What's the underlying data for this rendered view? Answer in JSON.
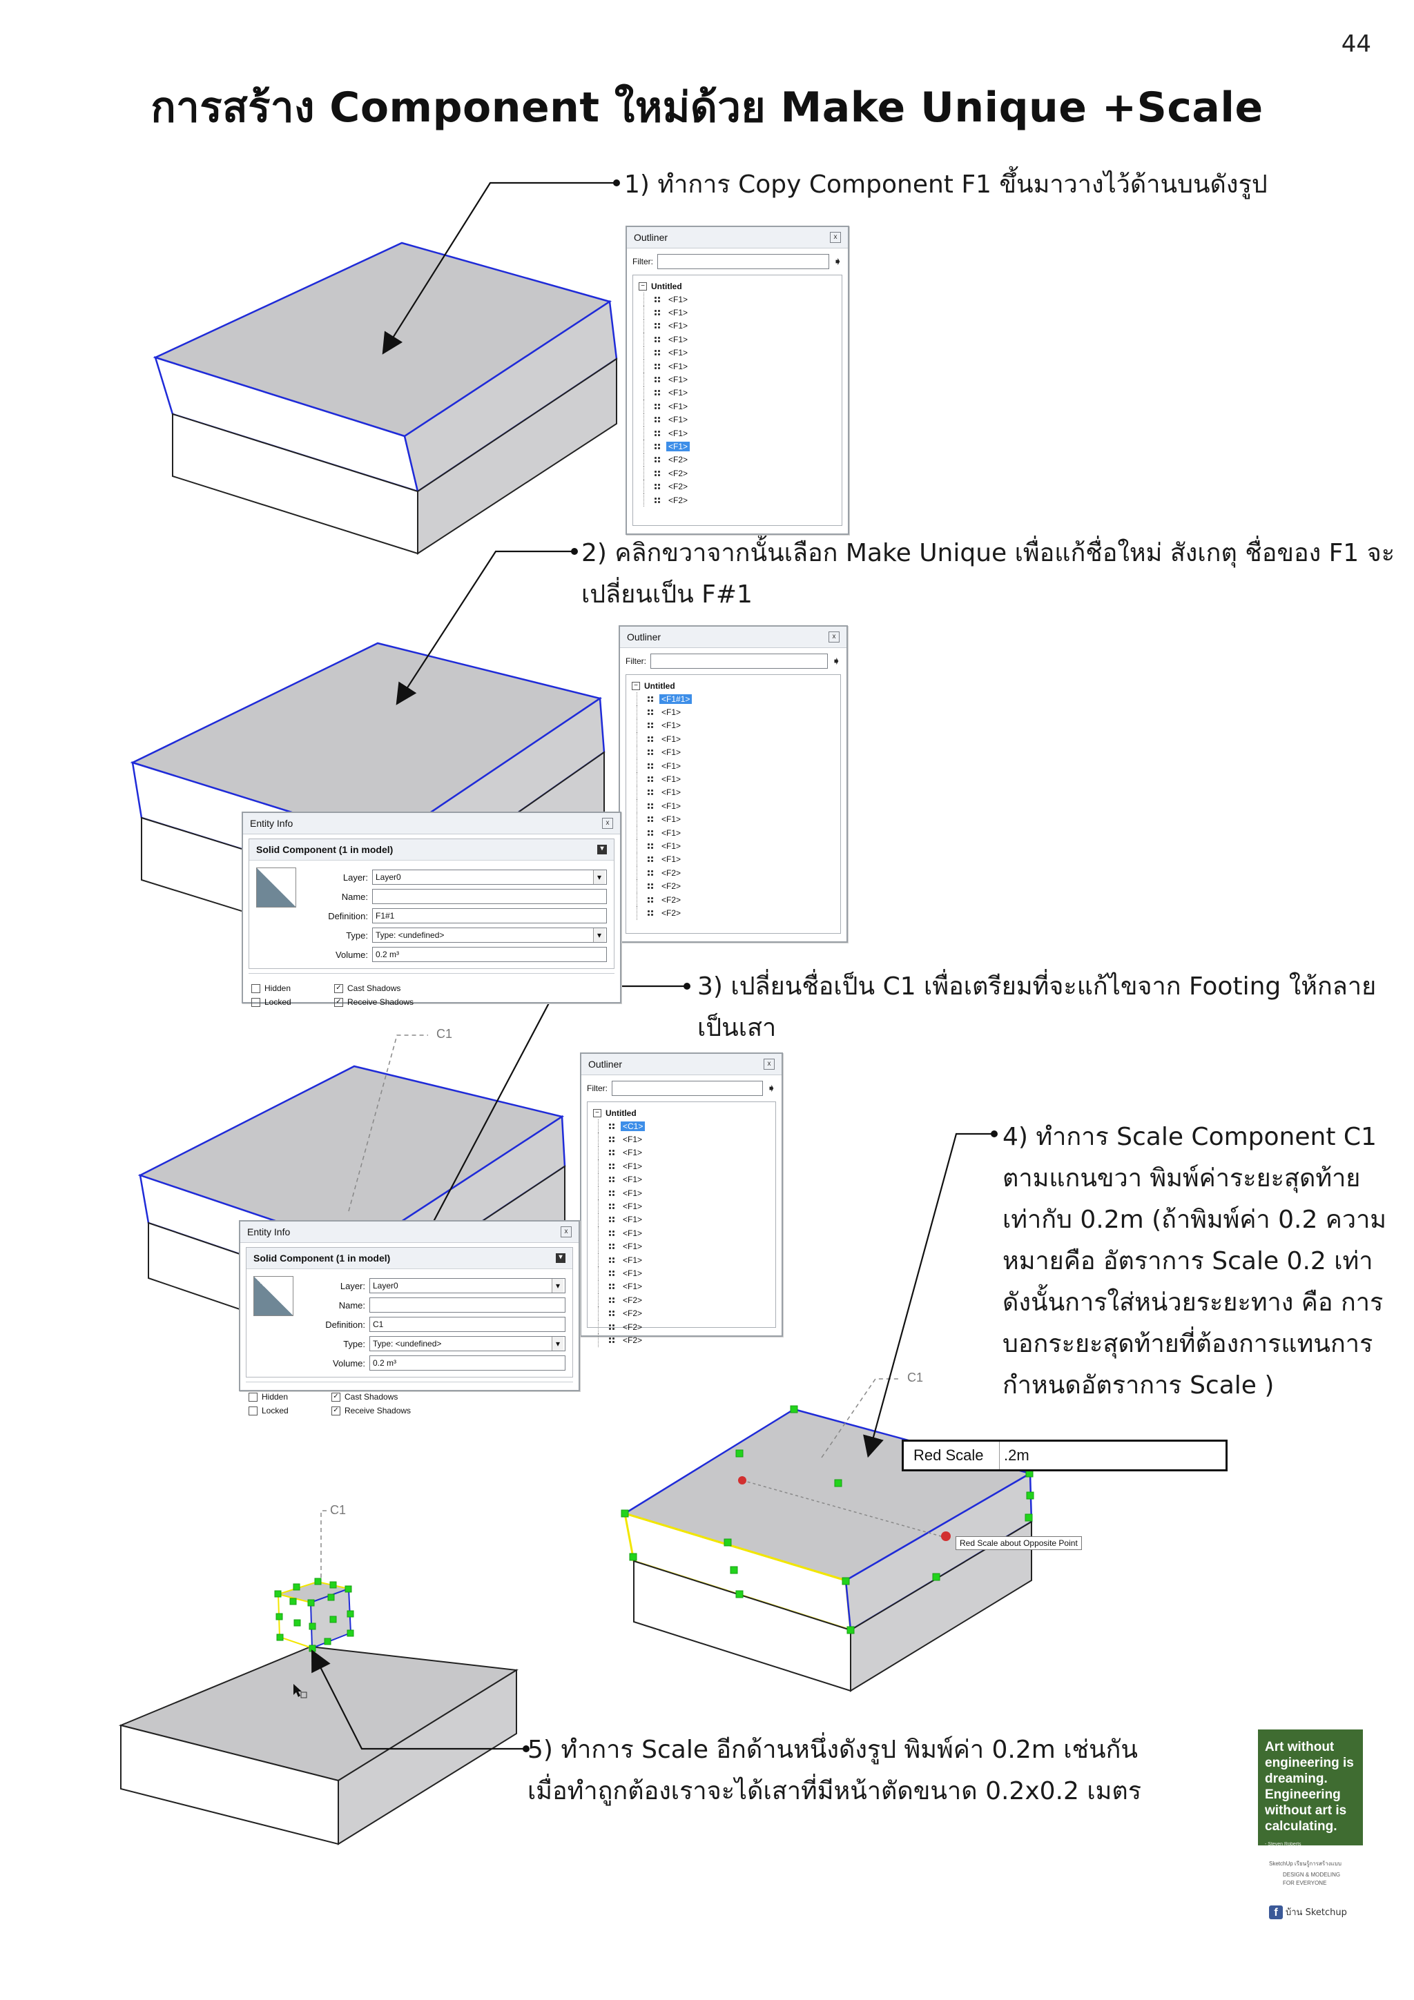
{
  "page": {
    "number": "44",
    "title": "การสร้าง Component ใหม่ด้วย Make Unique +Scale"
  },
  "steps": [
    {
      "lines": [
        "1) ทำการ Copy Component F1 ขึ้นมาวางไว้ด้านบนดังรูป"
      ]
    },
    {
      "lines": [
        "2) คลิกขวาจากนั้นเลือก Make Unique เพื่อแก้ชื่อใหม่ สังเกตุ ชื่อของ F1 จะ",
        "เปลี่ยนเป็น F#1"
      ]
    },
    {
      "lines": [
        "3) เปลี่ยนชื่อเป็น C1 เพื่อเตรียมที่จะแก้ไขจาก Footing ให้กลาย",
        "เป็นเสา"
      ]
    },
    {
      "lines": [
        "4) ทำการ Scale Component C1",
        "ตามแกนขวา พิมพ์ค่าระยะสุดท้าย",
        "เท่ากับ 0.2m (ถ้าพิมพ์ค่า 0.2 ความ",
        "หมายคือ อัตราการ Scale 0.2 เท่า",
        "ดังนั้นการใส่หน่วยระยะทาง คือ การ",
        "บอกระยะสุดท้ายที่ต้องการแทนการ",
        "กำหนดอัตราการ Scale )"
      ]
    },
    {
      "lines": [
        "5) ทำการ Scale อีกด้านหนึ่งดังรูป พิมพ์ค่า 0.2m เช่นกัน",
        "เมื่อทำถูกต้องเราจะได้เสาที่มีหน้าตัดขนาด 0.2x0.2 เมตร"
      ]
    }
  ],
  "outliners": [
    {
      "title": "Outliner",
      "close": "x",
      "filter_label": "Filter:",
      "root": "Untitled",
      "items": [
        "<F1>",
        "<F1>",
        "<F1>",
        "<F1>",
        "<F1>",
        "<F1>",
        "<F1>",
        "<F1>",
        "<F1>",
        "<F1>",
        "<F1>",
        "<F1>",
        "<F2>",
        "<F2>",
        "<F2>",
        "<F2>"
      ],
      "selected": 11
    },
    {
      "title": "Outliner",
      "close": "x",
      "filter_label": "Filter:",
      "root": "Untitled",
      "items": [
        "<F1#1>",
        "<F1>",
        "<F1>",
        "<F1>",
        "<F1>",
        "<F1>",
        "<F1>",
        "<F1>",
        "<F1>",
        "<F1>",
        "<F1>",
        "<F1>",
        "<F1>",
        "<F2>",
        "<F2>",
        "<F2>",
        "<F2>"
      ],
      "selected": 0
    },
    {
      "title": "Outliner",
      "close": "x",
      "filter_label": "Filter:",
      "root": "Untitled",
      "items": [
        "<C1>",
        "<F1>",
        "<F1>",
        "<F1>",
        "<F1>",
        "<F1>",
        "<F1>",
        "<F1>",
        "<F1>",
        "<F1>",
        "<F1>",
        "<F1>",
        "<F1>",
        "<F2>",
        "<F2>",
        "<F2>",
        "<F2>"
      ],
      "selected": 0
    }
  ],
  "entity_infos": [
    {
      "title": "Entity Info",
      "close": "x",
      "header": "Solid Component (1 in model)",
      "layer_label": "Layer:",
      "layer": "Layer0",
      "name_label": "Name:",
      "name": "",
      "definition_label": "Definition:",
      "definition": "F1#1",
      "type_label": "Type:",
      "type": "Type: <undefined>",
      "volume_label": "Volume:",
      "volume": "0.2 m³",
      "hidden": "Hidden",
      "locked": "Locked",
      "cast": "Cast Shadows",
      "receive": "Receive Shadows"
    },
    {
      "title": "Entity Info",
      "close": "x",
      "header": "Solid Component (1 in model)",
      "layer_label": "Layer:",
      "layer": "Layer0",
      "name_label": "Name:",
      "name": "",
      "definition_label": "Definition:",
      "definition": "C1",
      "type_label": "Type:",
      "type": "Type: <undefined>",
      "volume_label": "Volume:",
      "volume": "0.2 m³",
      "hidden": "Hidden",
      "locked": "Locked",
      "cast": "Cast Shadows",
      "receive": "Receive Shadows"
    }
  ],
  "callouts": {
    "c1_a": "C1",
    "c1_b": "C1",
    "c1_c": "C1"
  },
  "scale_box": {
    "label": "Red Scale",
    "value": ".2m"
  },
  "tooltip": "Red Scale about Opposite Point",
  "badge": {
    "quote": "Art without\nengineering is\ndreaming.\nEngineering\nwithout art is\ncalculating.",
    "author": "- Steven Roberts"
  },
  "credits": {
    "line1": "SketchUp เรียนรู้การสร้างแบบ",
    "line2": "DESIGN & MODELING",
    "line3": "FOR EVERYONE",
    "fb": "บ้าน Sketchup"
  },
  "colors": {
    "edge_blue": "#1f2bd8",
    "top_face": "#c7c7c9",
    "side_face": "#ffffff",
    "side_shade": "#cfcfd1",
    "selection": "#3d8ee8",
    "grip_green": "#22d31c",
    "scale_yellow": "#f2e600",
    "badge_green": "#3f6c31"
  }
}
